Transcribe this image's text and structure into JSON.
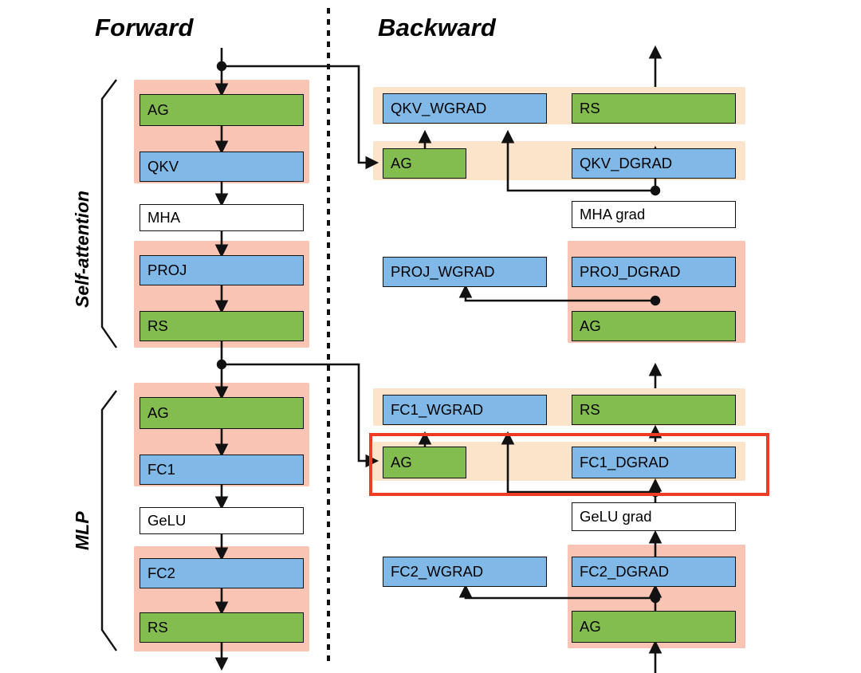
{
  "diagram": {
    "title_forward": "Forward",
    "title_backward": "Backward",
    "group_labels": {
      "self_attention": "Self-attention",
      "mlp": "MLP"
    },
    "colors": {
      "green": "#83bd4f",
      "blue": "#80b9e8",
      "white": "#ffffff",
      "pink_band": "#f9c4b4",
      "orange_band": "#fbe4ca",
      "highlight": "#ee3b24",
      "stroke": "#111111"
    },
    "forward_nodes": [
      {
        "id": "fwd-ag-1",
        "label": "AG",
        "color": "green"
      },
      {
        "id": "fwd-qkv",
        "label": "QKV",
        "color": "blue"
      },
      {
        "id": "fwd-mha",
        "label": "MHA",
        "color": "white"
      },
      {
        "id": "fwd-proj",
        "label": "PROJ",
        "color": "blue"
      },
      {
        "id": "fwd-rs-1",
        "label": "RS",
        "color": "green"
      },
      {
        "id": "fwd-ag-2",
        "label": "AG",
        "color": "green"
      },
      {
        "id": "fwd-fc1",
        "label": "FC1",
        "color": "blue"
      },
      {
        "id": "fwd-gelu",
        "label": "GeLU",
        "color": "white"
      },
      {
        "id": "fwd-fc2",
        "label": "FC2",
        "color": "blue"
      },
      {
        "id": "fwd-rs-2",
        "label": "RS",
        "color": "green"
      }
    ],
    "backward_nodes": [
      {
        "id": "bwd-qkv-wgrad",
        "label": "QKV_WGRAD",
        "color": "blue"
      },
      {
        "id": "bwd-rs-1",
        "label": "RS",
        "color": "green"
      },
      {
        "id": "bwd-ag-1",
        "label": "AG",
        "color": "green"
      },
      {
        "id": "bwd-qkv-dgrad",
        "label": "QKV_DGRAD",
        "color": "blue"
      },
      {
        "id": "bwd-mha-grad",
        "label": "MHA grad",
        "color": "white"
      },
      {
        "id": "bwd-proj-wgrad",
        "label": "PROJ_WGRAD",
        "color": "blue"
      },
      {
        "id": "bwd-proj-dgrad",
        "label": "PROJ_DGRAD",
        "color": "blue"
      },
      {
        "id": "bwd-ag-2",
        "label": "AG",
        "color": "green"
      },
      {
        "id": "bwd-fc1-wgrad",
        "label": "FC1_WGRAD",
        "color": "blue"
      },
      {
        "id": "bwd-rs-2",
        "label": "RS",
        "color": "green"
      },
      {
        "id": "bwd-ag-3",
        "label": "AG",
        "color": "green"
      },
      {
        "id": "bwd-fc1-dgrad",
        "label": "FC1_DGRAD",
        "color": "blue"
      },
      {
        "id": "bwd-gelu-grad",
        "label": "GeLU grad",
        "color": "white"
      },
      {
        "id": "bwd-fc2-wgrad",
        "label": "FC2_WGRAD",
        "color": "blue"
      },
      {
        "id": "bwd-fc2-dgrad",
        "label": "FC2_DGRAD",
        "color": "blue"
      },
      {
        "id": "bwd-ag-4",
        "label": "AG",
        "color": "green"
      }
    ]
  }
}
